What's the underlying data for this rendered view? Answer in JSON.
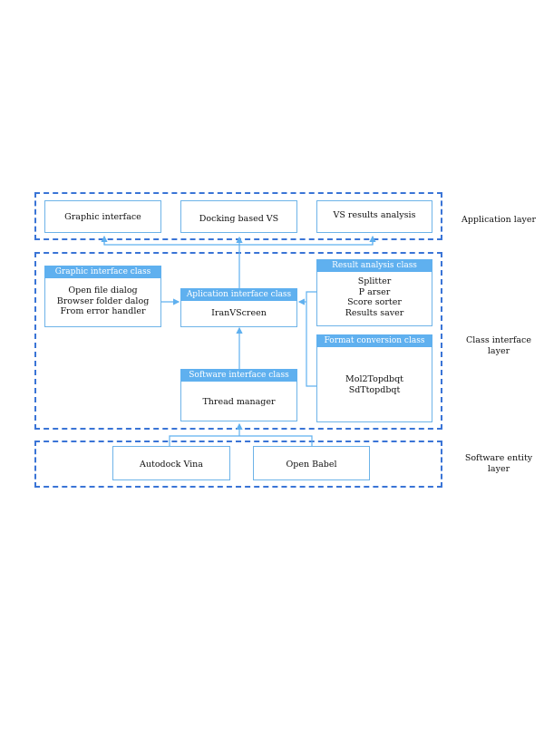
{
  "application_layer": {
    "label": "Application layer",
    "boxes": [
      "Graphic interface",
      "Docking based VS",
      "VS results analysis"
    ]
  },
  "class_interface_layer": {
    "label_lines": [
      "Class interface",
      "layer"
    ],
    "graphic_interface_class": {
      "header": "Graphic interface class",
      "lines": [
        "Open file dialog",
        "Browser folder dalog",
        "From error handler"
      ]
    },
    "application_interface_class": {
      "header": "Aplication interface class",
      "body": "IranVScreen"
    },
    "software_interface_class": {
      "header": "Software interface class",
      "body": "Thread manager"
    },
    "result_analysis_class": {
      "header": "Result analysis class",
      "lines": [
        "Splitter",
        "P arser",
        "Score sorter",
        "Results saver"
      ]
    },
    "format_conversion_class": {
      "header": "Format conversion class",
      "lines": [
        "Mol2Topdbqt",
        "SdTtopdbqt"
      ]
    }
  },
  "software_entity_layer": {
    "label_lines": [
      "Software entity",
      "layer"
    ],
    "boxes": [
      "Autodock Vina",
      "Open Babel"
    ]
  },
  "colors": {
    "layer_border": "#3a74d6",
    "box_border": "#6db3e8",
    "header_fill": "#5fb0ef",
    "arrow": "#5fb0ef"
  }
}
